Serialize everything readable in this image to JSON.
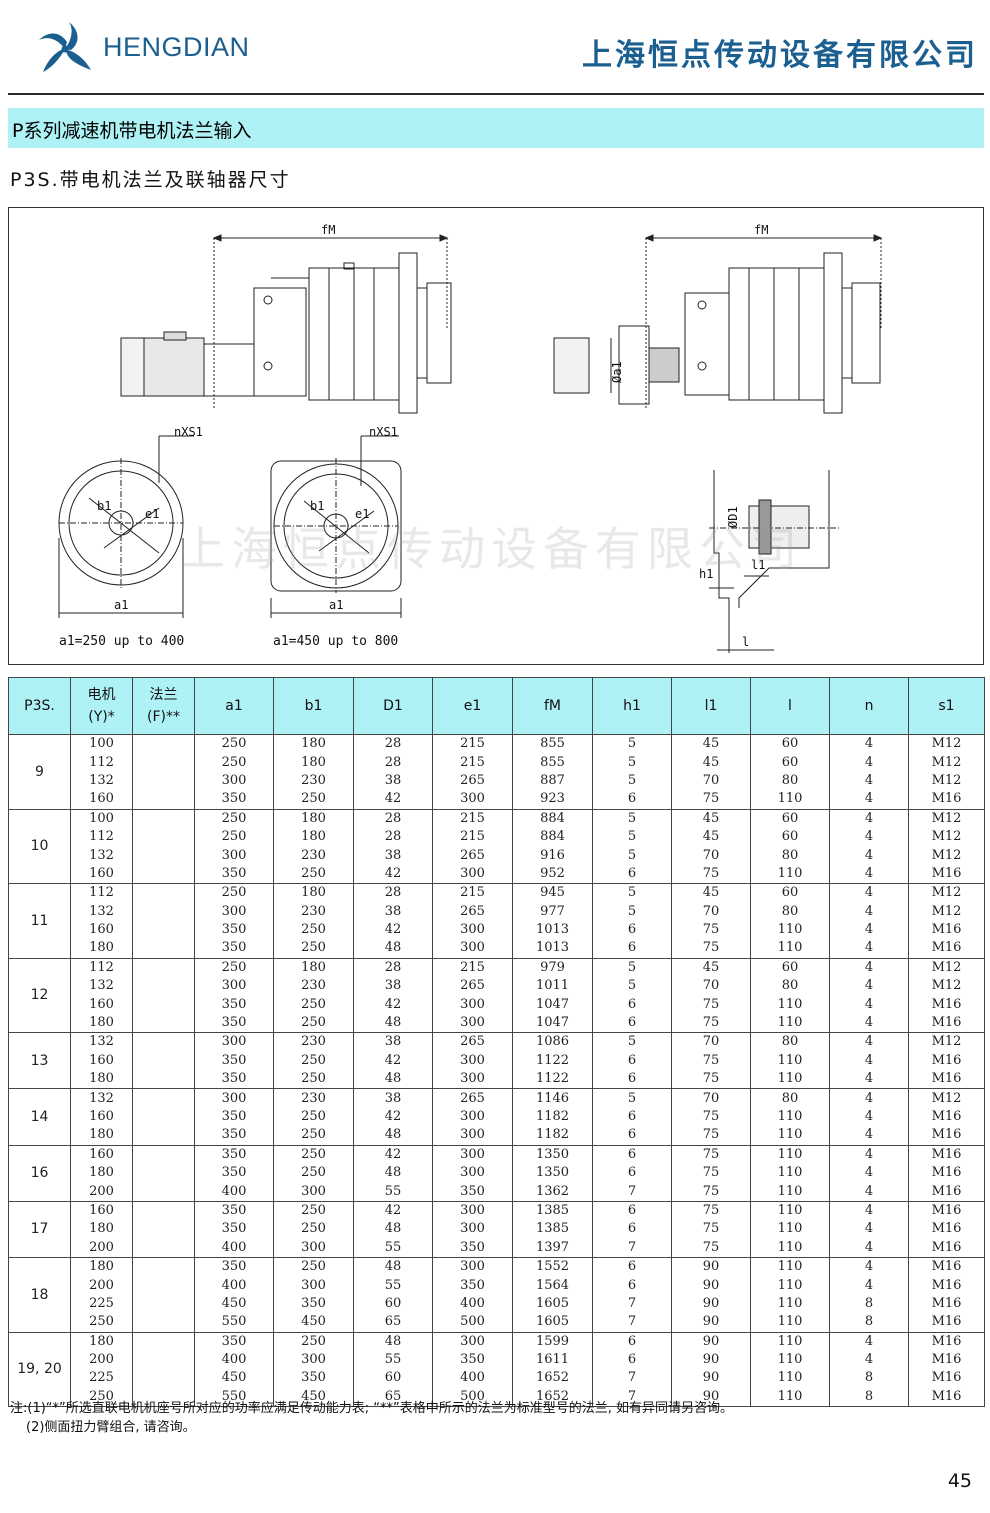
{
  "header": {
    "brand": "HENGDIAN",
    "company": "上海恒点传动设备有限公司",
    "brand_color": "#1a5f8f",
    "logo_icon": "pinwheel-logo"
  },
  "banner": {
    "title": "P系列减速机带电机法兰输入",
    "color": "#aef2f5"
  },
  "subtitle": "P3S.带电机法兰及联轴器尺寸",
  "drawing": {
    "watermark": "上海恒点传动设备有限公司",
    "labels": {
      "fM": "fM",
      "nXS1": "nXS1",
      "b1": "b1",
      "e1": "e1",
      "a1": "a1",
      "D1": "ØD1",
      "a1_dia": "Øa1",
      "h1": "h1",
      "l1": "l1",
      "l": "l"
    },
    "caption_left": "a1=250 up to 400",
    "caption_right": "a1=450 up to 800"
  },
  "table": {
    "columns": [
      {
        "line1": "P3S.",
        "line2": ""
      },
      {
        "line1": "电机",
        "line2": "(Y)*"
      },
      {
        "line1": "法兰",
        "line2": "(F)**"
      },
      {
        "line1": "a1",
        "line2": ""
      },
      {
        "line1": "b1",
        "line2": ""
      },
      {
        "line1": "D1",
        "line2": ""
      },
      {
        "line1": "e1",
        "line2": ""
      },
      {
        "line1": "fM",
        "line2": ""
      },
      {
        "line1": "h1",
        "line2": ""
      },
      {
        "line1": "l1",
        "line2": ""
      },
      {
        "line1": "l",
        "line2": ""
      },
      {
        "line1": "n",
        "line2": ""
      },
      {
        "line1": "s1",
        "line2": ""
      }
    ],
    "groups": [
      {
        "size": "9",
        "rows": [
          [
            "100",
            "250",
            "180",
            "28",
            "215",
            "855",
            "5",
            "45",
            "60",
            "4",
            "M12"
          ],
          [
            "112",
            "250",
            "180",
            "28",
            "215",
            "855",
            "5",
            "45",
            "60",
            "4",
            "M12"
          ],
          [
            "132",
            "300",
            "230",
            "38",
            "265",
            "887",
            "5",
            "70",
            "80",
            "4",
            "M12"
          ],
          [
            "160",
            "350",
            "250",
            "42",
            "300",
            "923",
            "6",
            "75",
            "110",
            "4",
            "M16"
          ]
        ]
      },
      {
        "size": "10",
        "rows": [
          [
            "100",
            "250",
            "180",
            "28",
            "215",
            "884",
            "5",
            "45",
            "60",
            "4",
            "M12"
          ],
          [
            "112",
            "250",
            "180",
            "28",
            "215",
            "884",
            "5",
            "45",
            "60",
            "4",
            "M12"
          ],
          [
            "132",
            "300",
            "230",
            "38",
            "265",
            "916",
            "5",
            "70",
            "80",
            "4",
            "M12"
          ],
          [
            "160",
            "350",
            "250",
            "42",
            "300",
            "952",
            "6",
            "75",
            "110",
            "4",
            "M16"
          ]
        ]
      },
      {
        "size": "11",
        "rows": [
          [
            "112",
            "250",
            "180",
            "28",
            "215",
            "945",
            "5",
            "45",
            "60",
            "4",
            "M12"
          ],
          [
            "132",
            "300",
            "230",
            "38",
            "265",
            "977",
            "5",
            "70",
            "80",
            "4",
            "M12"
          ],
          [
            "160",
            "350",
            "250",
            "42",
            "300",
            "1013",
            "6",
            "75",
            "110",
            "4",
            "M16"
          ],
          [
            "180",
            "350",
            "250",
            "48",
            "300",
            "1013",
            "6",
            "75",
            "110",
            "4",
            "M16"
          ]
        ]
      },
      {
        "size": "12",
        "rows": [
          [
            "112",
            "250",
            "180",
            "28",
            "215",
            "979",
            "5",
            "45",
            "60",
            "4",
            "M12"
          ],
          [
            "132",
            "300",
            "230",
            "38",
            "265",
            "1011",
            "5",
            "70",
            "80",
            "4",
            "M12"
          ],
          [
            "160",
            "350",
            "250",
            "42",
            "300",
            "1047",
            "6",
            "75",
            "110",
            "4",
            "M16"
          ],
          [
            "180",
            "350",
            "250",
            "48",
            "300",
            "1047",
            "6",
            "75",
            "110",
            "4",
            "M16"
          ]
        ]
      },
      {
        "size": "13",
        "rows": [
          [
            "132",
            "300",
            "230",
            "38",
            "265",
            "1086",
            "5",
            "70",
            "80",
            "4",
            "M12"
          ],
          [
            "160",
            "350",
            "250",
            "42",
            "300",
            "1122",
            "6",
            "75",
            "110",
            "4",
            "M16"
          ],
          [
            "180",
            "350",
            "250",
            "48",
            "300",
            "1122",
            "6",
            "75",
            "110",
            "4",
            "M16"
          ]
        ]
      },
      {
        "size": "14",
        "rows": [
          [
            "132",
            "300",
            "230",
            "38",
            "265",
            "1146",
            "5",
            "70",
            "80",
            "4",
            "M12"
          ],
          [
            "160",
            "350",
            "250",
            "42",
            "300",
            "1182",
            "6",
            "75",
            "110",
            "4",
            "M16"
          ],
          [
            "180",
            "350",
            "250",
            "48",
            "300",
            "1182",
            "6",
            "75",
            "110",
            "4",
            "M16"
          ]
        ]
      },
      {
        "size": "16",
        "rows": [
          [
            "160",
            "350",
            "250",
            "42",
            "300",
            "1350",
            "6",
            "75",
            "110",
            "4",
            "M16"
          ],
          [
            "180",
            "350",
            "250",
            "48",
            "300",
            "1350",
            "6",
            "75",
            "110",
            "4",
            "M16"
          ],
          [
            "200",
            "400",
            "300",
            "55",
            "350",
            "1362",
            "7",
            "75",
            "110",
            "4",
            "M16"
          ]
        ]
      },
      {
        "size": "17",
        "rows": [
          [
            "160",
            "350",
            "250",
            "42",
            "300",
            "1385",
            "6",
            "75",
            "110",
            "4",
            "M16"
          ],
          [
            "180",
            "350",
            "250",
            "48",
            "300",
            "1385",
            "6",
            "75",
            "110",
            "4",
            "M16"
          ],
          [
            "200",
            "400",
            "300",
            "55",
            "350",
            "1397",
            "7",
            "75",
            "110",
            "4",
            "M16"
          ]
        ]
      },
      {
        "size": "18",
        "rows": [
          [
            "180",
            "350",
            "250",
            "48",
            "300",
            "1552",
            "6",
            "90",
            "110",
            "4",
            "M16"
          ],
          [
            "200",
            "400",
            "300",
            "55",
            "350",
            "1564",
            "6",
            "90",
            "110",
            "4",
            "M16"
          ],
          [
            "225",
            "450",
            "350",
            "60",
            "400",
            "1605",
            "7",
            "90",
            "110",
            "8",
            "M16"
          ],
          [
            "250",
            "550",
            "450",
            "65",
            "500",
            "1605",
            "7",
            "90",
            "110",
            "8",
            "M16"
          ]
        ]
      },
      {
        "size": "19, 20",
        "rows": [
          [
            "180",
            "350",
            "250",
            "48",
            "300",
            "1599",
            "6",
            "90",
            "110",
            "4",
            "M16"
          ],
          [
            "200",
            "400",
            "300",
            "55",
            "350",
            "1611",
            "6",
            "90",
            "110",
            "4",
            "M16"
          ],
          [
            "225",
            "450",
            "350",
            "60",
            "400",
            "1652",
            "7",
            "90",
            "110",
            "8",
            "M16"
          ],
          [
            "250",
            "550",
            "450",
            "65",
            "500",
            "1652",
            "7",
            "90",
            "110",
            "8",
            "M16"
          ]
        ]
      }
    ]
  },
  "notes": {
    "line1": "注:(1)“*”所选直联电机机座号所对应的功率应满足传动能力表; “**”表格中所示的法兰为标准型号的法兰, 如有异同请另咨询。",
    "line2": "(2)侧面扭力臂组合, 请咨询。"
  },
  "page_number": "45"
}
